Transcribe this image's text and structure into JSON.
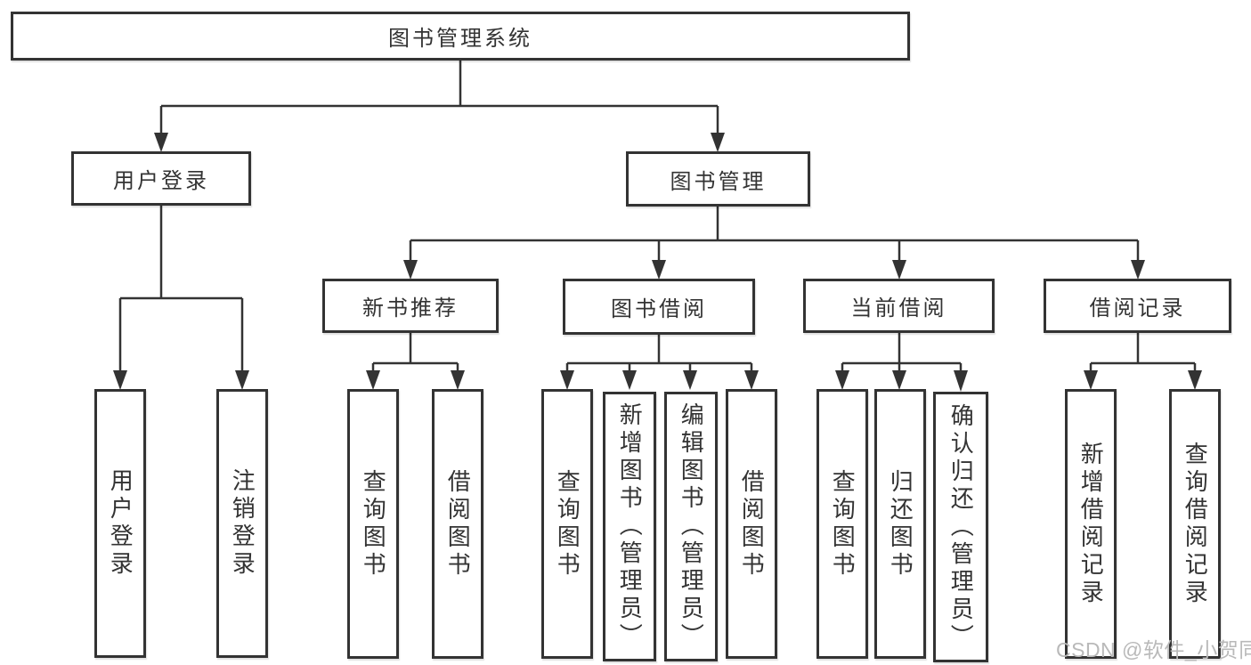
{
  "diagram_type": "hierarchy-tree",
  "tree": {
    "root": {
      "label": "图书管理系统",
      "children": [
        {
          "label": "用户登录",
          "children": [
            {
              "label": "用户登录"
            },
            {
              "label": "注销登录"
            }
          ]
        },
        {
          "label": "图书管理",
          "children": [
            {
              "label": "新书推荐",
              "children": [
                {
                  "label": "查询图书"
                },
                {
                  "label": "借阅图书"
                }
              ]
            },
            {
              "label": "图书借阅",
              "children": [
                {
                  "label": "查询图书"
                },
                {
                  "label": "新增图书（管理员）"
                },
                {
                  "label": "编辑图书（管理员）"
                },
                {
                  "label": "借阅图书"
                }
              ]
            },
            {
              "label": "当前借阅",
              "children": [
                {
                  "label": "查询图书"
                },
                {
                  "label": "归还图书"
                },
                {
                  "label": "确认归还（管理员）"
                }
              ]
            },
            {
              "label": "借阅记录",
              "children": [
                {
                  "label": "新增借阅记录"
                },
                {
                  "label": "查询借阅记录"
                }
              ]
            }
          ]
        }
      ]
    }
  },
  "watermark": "CSDN @软件_小贺同学",
  "colors": {
    "line": "#333333",
    "box_border": "#333333",
    "text": "#333333",
    "background": "#ffffff",
    "watermark": "#b9b9b9"
  }
}
